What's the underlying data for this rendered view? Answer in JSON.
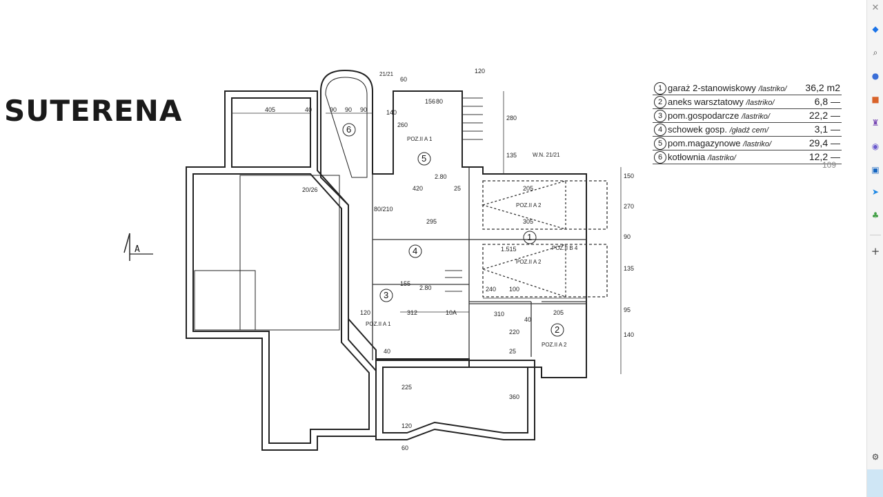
{
  "title": "SUTERENA",
  "marker_label": "A",
  "legend": [
    {
      "num": "1",
      "name": "garaż 2-stanowiskowy",
      "finish": "/lastriko/",
      "area": "36,2 m2"
    },
    {
      "num": "2",
      "name": "aneks warsztatowy",
      "finish": "/lastriko/",
      "area": "6,8 —"
    },
    {
      "num": "3",
      "name": "pom.gospodarcze",
      "finish": "/lastriko/",
      "area": "22,2 —"
    },
    {
      "num": "4",
      "name": "schowek gosp.",
      "finish": "/gładź cem/",
      "area": "3,1 —"
    },
    {
      "num": "5",
      "name": "pom.magazynowe",
      "finish": "/lastriko/",
      "area": "29,4 —"
    },
    {
      "num": "6",
      "name": "kotłownia",
      "finish": "/lastriko/",
      "area": "12,2 —"
    }
  ],
  "legend_total": "109",
  "plan": {
    "rooms": [
      "6",
      "5",
      "4",
      "3",
      "1",
      "2"
    ],
    "labels": [
      "POZ.II A 1",
      "POZ.II A 2",
      "POZ.II A 2",
      "POZ.II A 1",
      "POZ.II A 2",
      "POZ.II B 4",
      "W.N. 21/21",
      "21/21"
    ],
    "dims": [
      "405",
      "40",
      "90",
      "90",
      "90",
      "140",
      "120",
      "60",
      "156",
      "260",
      "80",
      "2.80",
      "420",
      "25",
      "295",
      "205",
      "305",
      "1.515",
      "240",
      "100",
      "310",
      "40",
      "205",
      "120",
      "312",
      "10A",
      "2.80",
      "155",
      "80/210",
      "20/26",
      "280",
      "135",
      "150",
      "270",
      "90",
      "135",
      "95",
      "140",
      "225",
      "360",
      "120",
      "60",
      "40",
      "25",
      "220"
    ]
  },
  "sidebar": {
    "icons": [
      "close-icon",
      "copilot-icon",
      "search-icon",
      "shopping-icon",
      "briefcase-icon",
      "games-icon",
      "m365-icon",
      "outlook-icon",
      "send-icon",
      "tree-icon",
      "add-icon",
      "settings-icon"
    ]
  }
}
